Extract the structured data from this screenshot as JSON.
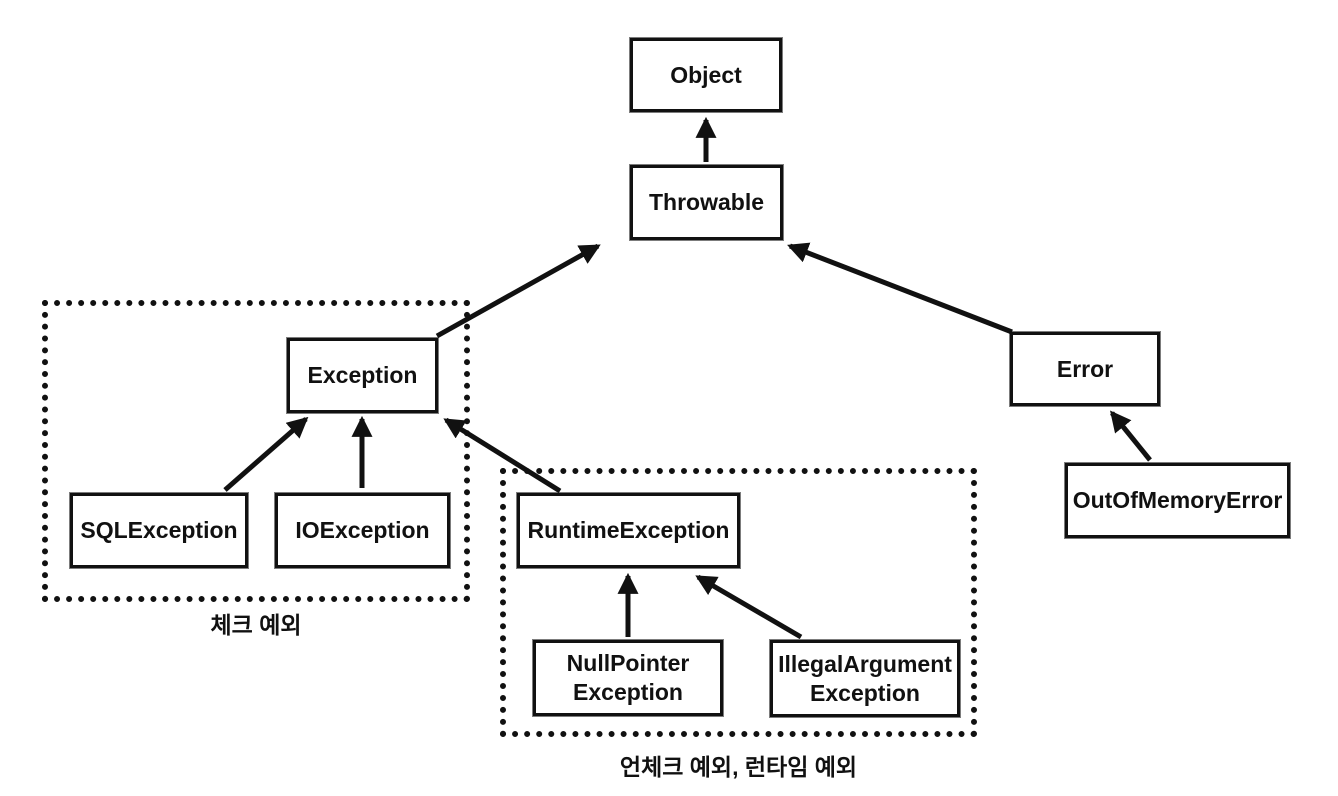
{
  "diagram": {
    "nodes": {
      "object": "Object",
      "throwable": "Throwable",
      "exception": "Exception",
      "error": "Error",
      "sql_exception": "SQLException",
      "io_exception": "IOException",
      "runtime_exception": "RuntimeException",
      "null_pointer_line1": "NullPointer",
      "null_pointer_line2": "Exception",
      "illegal_argument_line1": "IllegalArgument",
      "illegal_argument_line2": "Exception",
      "out_of_memory_error": "OutOfMemoryError"
    },
    "groups": {
      "checked": {
        "label": "체크 예외"
      },
      "unchecked": {
        "label": "언체크 예외, 런타임 예외"
      }
    },
    "edges": [
      {
        "from": "Throwable",
        "to": "Object"
      },
      {
        "from": "Exception",
        "to": "Throwable"
      },
      {
        "from": "Error",
        "to": "Throwable"
      },
      {
        "from": "SQLException",
        "to": "Exception"
      },
      {
        "from": "IOException",
        "to": "Exception"
      },
      {
        "from": "RuntimeException",
        "to": "Exception"
      },
      {
        "from": "NullPointerException",
        "to": "RuntimeException"
      },
      {
        "from": "IllegalArgumentException",
        "to": "RuntimeException"
      },
      {
        "from": "OutOfMemoryError",
        "to": "Error"
      }
    ],
    "colors": {
      "stroke": "#111111",
      "background": "#ffffff"
    }
  }
}
